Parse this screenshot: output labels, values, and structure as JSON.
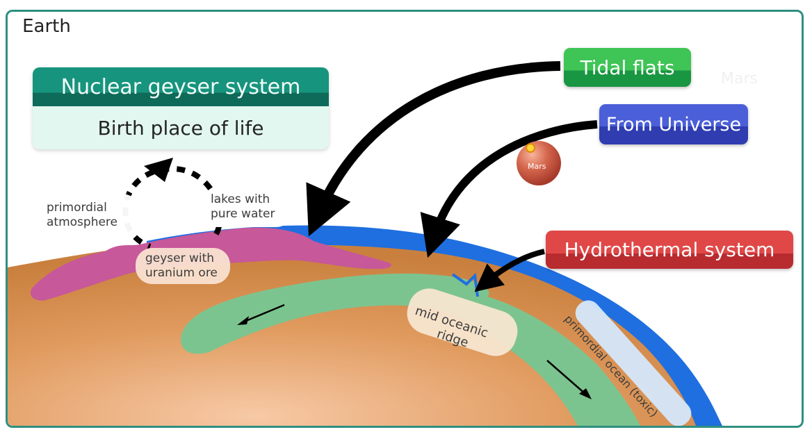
{
  "boxes": {
    "nuclear_title": "Nuclear geyser system",
    "nuclear_subtitle": "Birth place of life",
    "tidal_flats": "Tidal flats",
    "from_universe": "From Universe",
    "hydrothermal": "Hydrothermal system"
  },
  "labels": {
    "primordial_line1": "primordial",
    "primordial_line2": "atmosphere",
    "lakes_line1": "lakes with",
    "lakes_line2": "pure water",
    "geyser_line1": "geyser with",
    "geyser_line2": "uranium ore",
    "mid_ridge_line1": "mid oceanic",
    "mid_ridge_line2": "ridge",
    "ocean": "primordial ocean (toxic)",
    "earth": "Earth",
    "mars": "Mars",
    "mars_watermark": "Mars"
  },
  "colors": {
    "frame": "#2f8f80",
    "earth": "#d98f4c",
    "ocean": "#1f6fe0",
    "continent": "#c7589a",
    "mantle_flow": "#7cc48f",
    "nuclear_box": "#17947d",
    "tidal_box": "#3fc456",
    "universe_box": "#4b5fd9",
    "hydro_box": "#e04848",
    "mars_planet": "#c8503d"
  }
}
